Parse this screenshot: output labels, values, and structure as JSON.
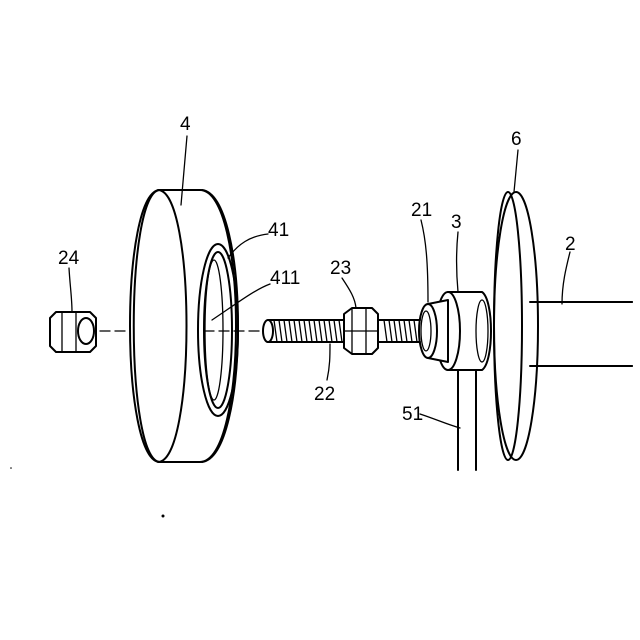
{
  "figure": {
    "labels": {
      "wheel": "4",
      "wheel_hole": "41",
      "hole_edge": "411",
      "disc": "6",
      "shaft": "2",
      "hub": "3",
      "hub_collar": "21",
      "nut_on_rod": "23",
      "end_nut": "24",
      "threaded_rod": "22",
      "arm": "51"
    }
  }
}
